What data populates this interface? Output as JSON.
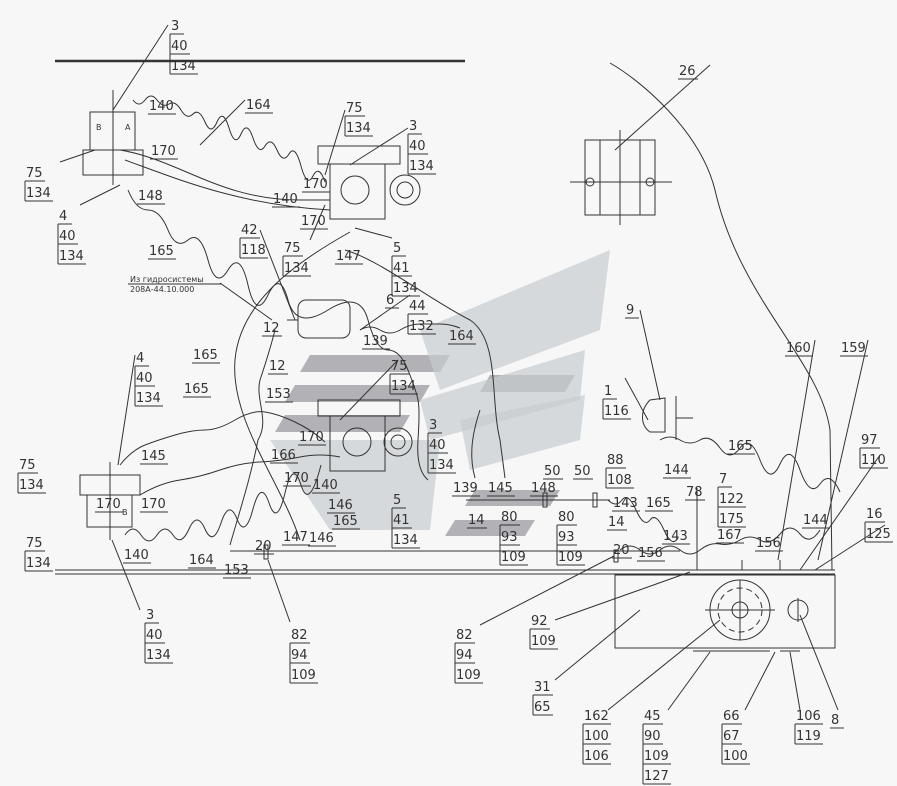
{
  "note": {
    "line1": "Из гидросистемы",
    "line2": "208А-44.10.000"
  },
  "callouts": [
    {
      "lines": [
        "3",
        "40",
        "134"
      ]
    },
    {
      "lines": [
        "140"
      ]
    },
    {
      "lines": [
        "164"
      ]
    },
    {
      "lines": [
        "75",
        "134"
      ]
    },
    {
      "lines": [
        "170"
      ]
    },
    {
      "lines": [
        "4",
        "40",
        "134"
      ]
    },
    {
      "lines": [
        "148"
      ]
    },
    {
      "lines": [
        "75",
        "134"
      ]
    },
    {
      "lines": [
        "3",
        "40",
        "134"
      ]
    },
    {
      "lines": [
        "170"
      ]
    },
    {
      "lines": [
        "140"
      ]
    },
    {
      "lines": [
        "170"
      ]
    },
    {
      "lines": [
        "75",
        "134"
      ]
    },
    {
      "lines": [
        "147"
      ]
    },
    {
      "lines": [
        "5",
        "41",
        "134"
      ]
    },
    {
      "lines": [
        "165"
      ]
    },
    {
      "lines": [
        "42",
        "118"
      ]
    },
    {
      "lines": [
        "12"
      ]
    },
    {
      "lines": [
        "6"
      ]
    },
    {
      "lines": [
        "44",
        "132"
      ]
    },
    {
      "lines": [
        "139"
      ]
    },
    {
      "lines": [
        "164"
      ]
    },
    {
      "lines": [
        "26"
      ]
    },
    {
      "lines": [
        "165"
      ]
    },
    {
      "lines": [
        "12"
      ]
    },
    {
      "lines": [
        "153"
      ]
    },
    {
      "lines": [
        "4",
        "40",
        "134"
      ]
    },
    {
      "lines": [
        "165"
      ]
    },
    {
      "lines": [
        "75",
        "134"
      ]
    },
    {
      "lines": [
        "145"
      ]
    },
    {
      "lines": [
        "166"
      ]
    },
    {
      "lines": [
        "170"
      ]
    },
    {
      "lines": [
        "140"
      ]
    },
    {
      "lines": [
        "170"
      ]
    },
    {
      "lines": [
        "3",
        "40",
        "134"
      ]
    },
    {
      "lines": [
        "75",
        "134"
      ]
    },
    {
      "lines": [
        "170"
      ]
    },
    {
      "lines": [
        "170"
      ]
    },
    {
      "lines": [
        "5",
        "41",
        "134"
      ]
    },
    {
      "lines": [
        "146"
      ]
    },
    {
      "lines": [
        "165"
      ]
    },
    {
      "lines": [
        "147"
      ]
    },
    {
      "lines": [
        "146"
      ]
    },
    {
      "lines": [
        "75",
        "134"
      ]
    },
    {
      "lines": [
        "140"
      ]
    },
    {
      "lines": [
        "164"
      ]
    },
    {
      "lines": [
        "153"
      ]
    },
    {
      "lines": [
        "20"
      ]
    },
    {
      "lines": [
        "3",
        "40",
        "134"
      ]
    },
    {
      "lines": [
        "82",
        "94",
        "109"
      ]
    },
    {
      "lines": [
        "9"
      ]
    },
    {
      "lines": [
        "1",
        "116"
      ]
    },
    {
      "lines": [
        "88",
        "108"
      ]
    },
    {
      "lines": [
        "144"
      ]
    },
    {
      "lines": [
        "160"
      ]
    },
    {
      "lines": [
        "159"
      ]
    },
    {
      "lines": [
        "165"
      ]
    },
    {
      "lines": [
        "7",
        "122",
        "175"
      ]
    },
    {
      "lines": [
        "78"
      ]
    },
    {
      "lines": [
        "97",
        "110"
      ]
    },
    {
      "lines": [
        "16",
        "125"
      ]
    },
    {
      "lines": [
        "144"
      ]
    },
    {
      "lines": [
        "139"
      ]
    },
    {
      "lines": [
        "145"
      ]
    },
    {
      "lines": [
        "148"
      ]
    },
    {
      "lines": [
        "50"
      ]
    },
    {
      "lines": [
        "50"
      ]
    },
    {
      "lines": [
        "14"
      ]
    },
    {
      "lines": [
        "80",
        "93",
        "109"
      ]
    },
    {
      "lines": [
        "80",
        "93",
        "109"
      ]
    },
    {
      "lines": [
        "14"
      ]
    },
    {
      "lines": [
        "143"
      ]
    },
    {
      "lines": [
        "165"
      ]
    },
    {
      "lines": [
        "143"
      ]
    },
    {
      "lines": [
        "167"
      ]
    },
    {
      "lines": [
        "156"
      ]
    },
    {
      "lines": [
        "20"
      ]
    },
    {
      "lines": [
        "156"
      ]
    },
    {
      "lines": [
        "82",
        "94",
        "109"
      ]
    },
    {
      "lines": [
        "92",
        "109"
      ]
    },
    {
      "lines": [
        "31",
        "65"
      ]
    },
    {
      "lines": [
        "162",
        "100",
        "106"
      ]
    },
    {
      "lines": [
        "45",
        "90",
        "109",
        "127"
      ]
    },
    {
      "lines": [
        "66",
        "67",
        "100"
      ]
    },
    {
      "lines": [
        "106",
        "119"
      ]
    },
    {
      "lines": [
        "8"
      ]
    }
  ]
}
